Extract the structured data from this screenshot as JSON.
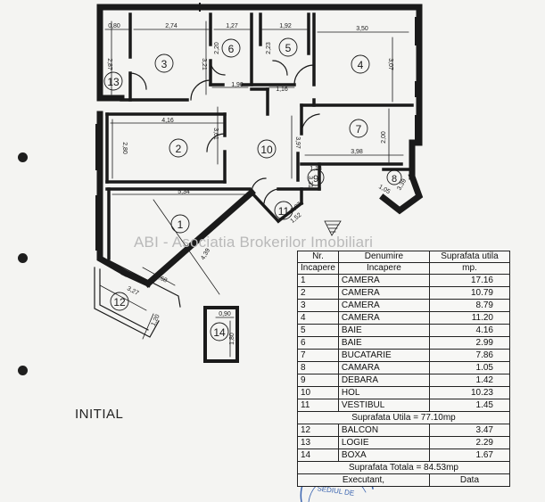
{
  "plan": {
    "rooms": [
      {
        "no": "1"
      },
      {
        "no": "2"
      },
      {
        "no": "3"
      },
      {
        "no": "4"
      },
      {
        "no": "5"
      },
      {
        "no": "6"
      },
      {
        "no": "7"
      },
      {
        "no": "8"
      },
      {
        "no": "9"
      },
      {
        "no": "10"
      },
      {
        "no": "11"
      },
      {
        "no": "12"
      },
      {
        "no": "13"
      },
      {
        "no": "14"
      }
    ],
    "dimensions": [
      "0,80",
      "2,74",
      "1,27",
      "1,92",
      "3,50",
      "2,87",
      "3,21",
      "2,20",
      "2,23",
      "3,07",
      "1,90",
      "1,16",
      "4,16",
      "3,61",
      "3,97",
      "2,00",
      "2,80",
      "3,98",
      "1,13",
      "1,05",
      "3,39",
      "5,34",
      "1,07",
      "1,52",
      "3,31",
      "2,68",
      "4,39",
      "3,27",
      "1,20",
      "0,90",
      "1,80"
    ]
  },
  "watermark": "ABI - Asociatia Brokerilor Imobiliari",
  "initial_label": "INITIAL",
  "table": {
    "headers": {
      "nr": [
        "Nr.",
        "Incapere"
      ],
      "denumire": [
        "Denumire",
        "Incapere"
      ],
      "suprafata": [
        "Suprafata utila",
        "mp."
      ]
    },
    "rows_a": [
      {
        "nr": "1",
        "name": "CAMERA",
        "area": "17.16"
      },
      {
        "nr": "2",
        "name": "CAMERA",
        "area": "10.79"
      },
      {
        "nr": "3",
        "name": "CAMERA",
        "area": "8.79"
      },
      {
        "nr": "4",
        "name": "CAMERA",
        "area": "11.20"
      },
      {
        "nr": "5",
        "name": "BAIE",
        "area": "4.16"
      },
      {
        "nr": "6",
        "name": "BAIE",
        "area": "2.99"
      },
      {
        "nr": "7",
        "name": "BUCATARIE",
        "area": "7.86"
      },
      {
        "nr": "8",
        "name": "CAMARA",
        "area": "1.05"
      },
      {
        "nr": "9",
        "name": "DEBARA",
        "area": "1.42"
      },
      {
        "nr": "10",
        "name": "HOL",
        "area": "10.23"
      },
      {
        "nr": "11",
        "name": "VESTIBUL",
        "area": "1.45"
      }
    ],
    "suprafata_utila": "Suprafata Utila = 77.10mp",
    "rows_b": [
      {
        "nr": "12",
        "name": "BALCON",
        "area": "3.47"
      },
      {
        "nr": "13",
        "name": "LOGIE",
        "area": "2.29"
      },
      {
        "nr": "14",
        "name": "BOXA",
        "area": "1.67"
      }
    ],
    "suprafata_totala": "Suprafata Totala = 84.53mp",
    "footer": {
      "executant": "Executant,",
      "data": "Data"
    }
  },
  "stamp_text": "SEDIUL DE",
  "colors": {
    "ink": "#1a1a1a",
    "paper": "#f4f4f2",
    "watermark": "#b9b9b9",
    "stamp": "#3a64b0"
  }
}
